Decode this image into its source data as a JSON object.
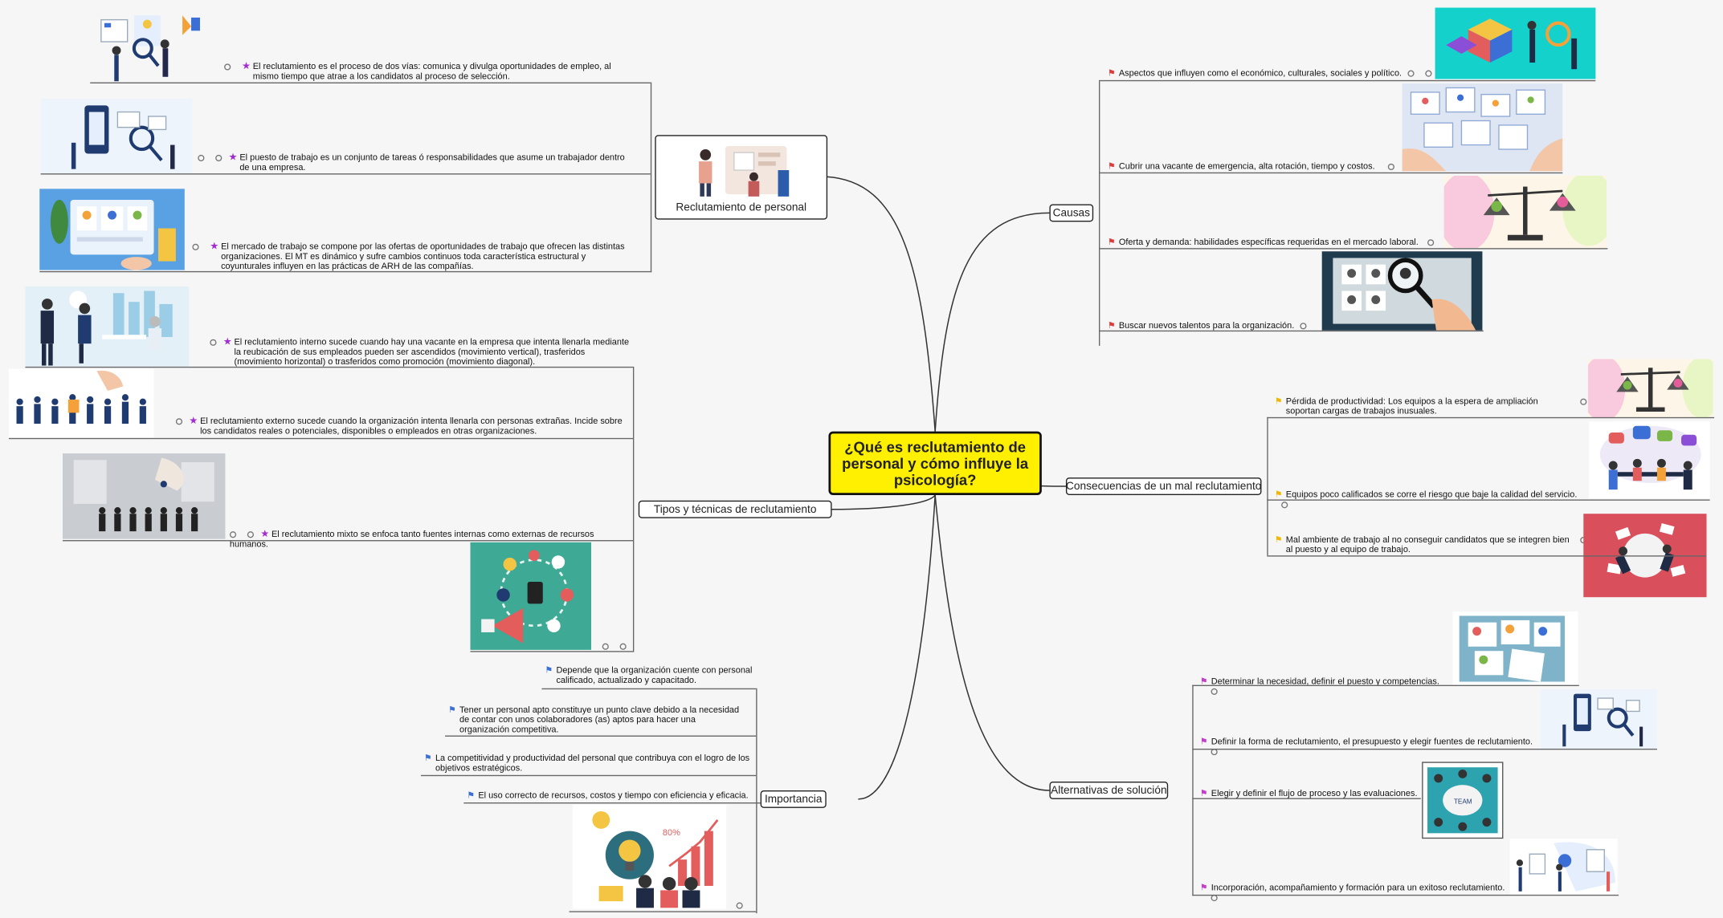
{
  "central": "¿Qué es reclutamiento de personal y cómo influye la psicología?",
  "topics": {
    "reclutamiento": "Reclutamiento de personal",
    "tipos": "Tipos y técnicas de reclutamiento",
    "importancia": "Importancia",
    "causas": "Causas",
    "consecuencias": "Consecuencias de un mal reclutamiento",
    "alternativas": "Alternativas de solución"
  },
  "reclutamiento_items": [
    "El reclutamiento es el proceso de dos vías: comunica y divulga oportunidades de empleo, al mismo tiempo que atrae a los candidatos al proceso de selección.",
    "El puesto de trabajo es un conjunto de tareas ó responsabilidades que asume un trabajador dentro de una empresa.",
    "El mercado de trabajo se compone por las ofertas de oportunidades de trabajo que ofrecen las distintas organizaciones. El MT es dinámico y sufre cambios continuos toda característica estructural y coyunturales influyen en las prácticas de ARH de las compañías."
  ],
  "tipos_items": [
    "El reclutamiento interno sucede cuando hay una vacante en la empresa que intenta llenarla mediante la reubicación de sus empleados pueden ser ascendidos (movimiento vertical), trasferidos (movimiento horizontal) o trasferidos como promoción (movimiento diagonal).",
    "El reclutamiento externo sucede cuando la organización intenta llenarla con personas extrañas. Incide sobre los candidatos reales o potenciales, disponibles o empleados en otras organizaciones.",
    "El reclutamiento mixto se enfoca tanto fuentes internas como externas de recursos humanos."
  ],
  "importancia_items": [
    "Depende que la organización cuente con personal calificado, actualizado y capacitado.",
    "Tener un personal apto constituye un punto clave debido a la necesidad de contar con unos colaboradores (as) aptos para hacer una organización competitiva.",
    "La competitividad y productividad del personal que contribuya con el logro de los objetivos estratégicos.",
    "El uso correcto de recursos, costos y tiempo con eficiencia y eficacia."
  ],
  "causas_items": [
    "Aspectos que influyen   como el económico, culturales, sociales y político.",
    "Cubrir una vacante de emergencia, alta rotación, tiempo y costos.",
    "Oferta y demanda: habilidades específicas requeridas en el mercado laboral.",
    "Buscar nuevos talentos para la organización."
  ],
  "consecuencias_items": [
    "Pérdida de productividad: Los equipos a la espera de ampliación soportan cargas de trabajos inusuales.",
    "Equipos poco calificados se corre el riesgo que baje la calidad del servicio.",
    "Mal ambiente de trabajo al no conseguir candidatos que se integren bien al puesto y al equipo de trabajo."
  ],
  "alternativas_items": [
    "Determinar la necesidad, definir el puesto y competencias.",
    "Definir la forma de reclutamiento, el presupuesto y elegir fuentes de reclutamiento.",
    "Elegir y definir el flujo de proceso y las evaluaciones.",
    "Incorporación, acompañamiento y formación para un exitoso reclutamiento."
  ],
  "image_labels": {
    "team": "TEAM",
    "percent": "80%"
  },
  "colors": {
    "central_bg": "#ffef00",
    "flag_red": "#e03a3a",
    "flag_yellow": "#f2b705",
    "flag_magenta": "#c23fc9",
    "flag_blue": "#3b6fd6",
    "star": "#a32bd1"
  }
}
